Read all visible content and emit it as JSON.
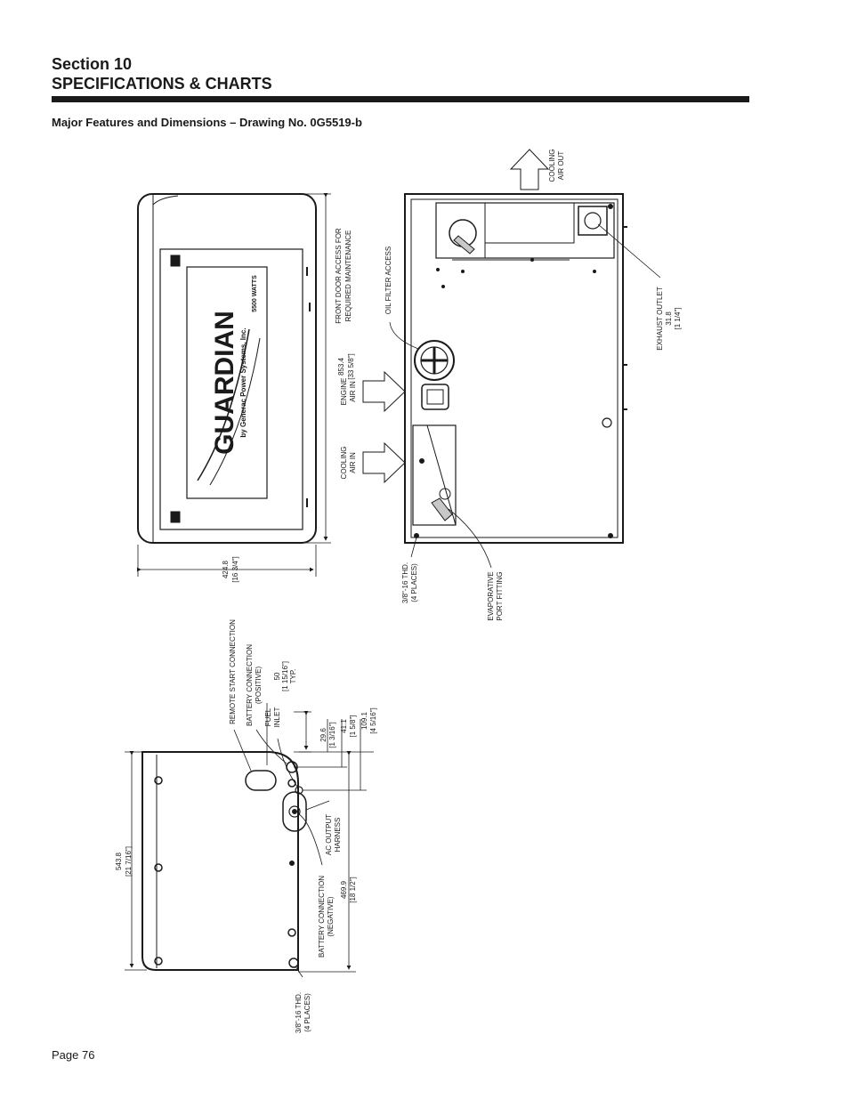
{
  "header": {
    "section_number": "Section 10",
    "section_title": "SPECIFICATIONS & CHARTS"
  },
  "subtitle": "Major Features and Dimensions – Drawing No. 0G5519-b",
  "footer": {
    "page": "Page 76"
  },
  "front_view": {
    "brand_logo_text": "GUARDIAN",
    "brand_tagline": "by Generac Power Systems, Inc.",
    "rating_badge": "5500 WATTS",
    "width_mm": "424.8",
    "width_in": "[16 3/4\"]",
    "height_mm": "853.4",
    "height_in": "[33 5/8\"]",
    "note_front_door_1": "FRONT DOOR ACCESS FOR",
    "note_front_door_2": "REQUIRED MAINTENANCE",
    "engine_air_1": "ENGINE",
    "engine_air_2": "AIR IN",
    "cooling_air_in_1": "COOLING",
    "cooling_air_in_2": "AIR IN"
  },
  "inside_view": {
    "cooling_air_out_1": "COOLING",
    "cooling_air_out_2": "AIR OUT",
    "oil_filter": "OIL FILTER ACCESS",
    "exhaust_1": "EXHAUST OUTLET",
    "exhaust_2": "31.8",
    "exhaust_3": "[1 1/4\"]",
    "thd_1": "3/8\"-16 THD.",
    "thd_2": "(4 PLACES)",
    "evap_1": "EVAPORATIVE",
    "evap_2": "PORT FITTING"
  },
  "side_view": {
    "remote_start": "REMOTE START CONNECTION",
    "battery_pos_1": "BATTERY CONNECTION",
    "battery_pos_2": "(POSITIVE)",
    "fuel_1": "FUEL",
    "fuel_2": "INLET",
    "dim50_1": "50",
    "dim50_2": "[1 15/16\"]",
    "dim50_3": "TYP.",
    "dim29_1": "29.6",
    "dim29_2": "[1 3/16\"]",
    "dim41_1": "41.1",
    "dim41_2": "[1 5/8\"]",
    "dim109_1": "109.1",
    "dim109_2": "[4 5/16\"]",
    "ac_1": "AC OUTPUT",
    "ac_2": "HARNESS",
    "dim469_1": "469.9",
    "dim469_2": "[18 1/2\"]",
    "battery_neg_1": "BATTERY CONNECTION",
    "battery_neg_2": "(NEGATIVE)",
    "dim543_1": "543.8",
    "dim543_2": "[21 7/16\"]",
    "thd_1": "3/8\"-16 THD.",
    "thd_2": "(4 PLACES)"
  }
}
